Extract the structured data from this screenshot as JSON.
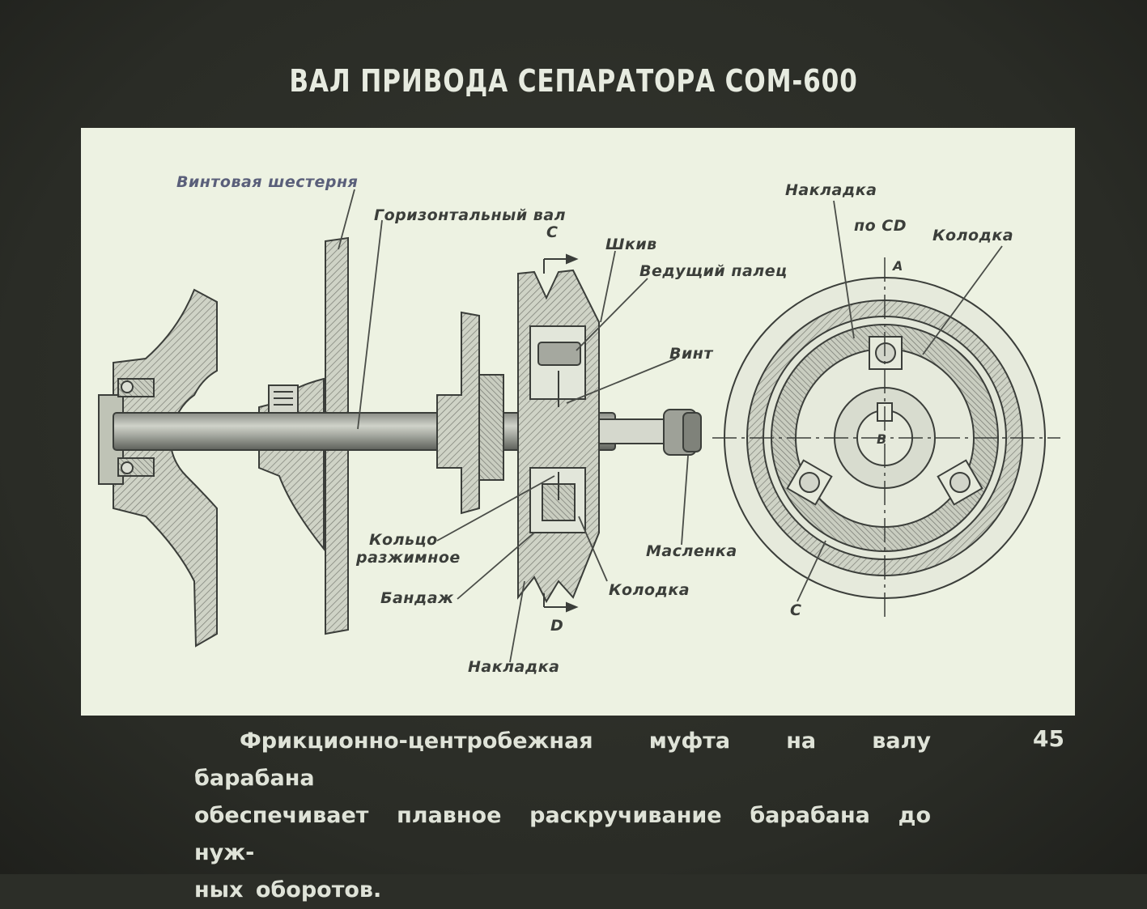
{
  "slide": {
    "title": "ВАЛ ПРИВОДА СЕПАРАТОРА СОМ-600",
    "page_number": "45",
    "caption_lines": [
      "Фрикционно-центробежная муфта на валу барабана",
      "обеспечивает плавное раскручивание барабана до нуж-",
      "ных оборотов."
    ]
  },
  "diagram": {
    "labels": {
      "vintovaya_shesternya": "Винтовая шестерня",
      "gorizontalny_val": "Горизонтальный вал",
      "section_c_top": "C",
      "shkiv": "Шкив",
      "vedushchy_palets": "Ведущий палец",
      "vint": "Винт",
      "koltso_line1": "Кольцо",
      "koltso_line2": "разжимное",
      "bandazh": "Бандаж",
      "kolodka_left": "Колодка",
      "maslenka": "Масленка",
      "section_d_bottom": "D",
      "nakladka_bottom": "Накладка",
      "nakladka_top": "Накладка",
      "po_cd": "по CD",
      "kolodka_right": "Колодка",
      "axis_a": "A",
      "axis_b": "B",
      "section_c_circle": "C"
    }
  }
}
